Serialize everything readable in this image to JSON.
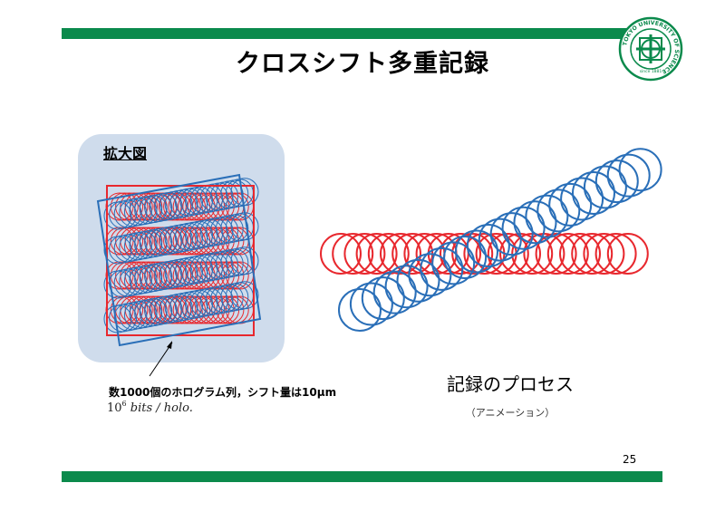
{
  "slide": {
    "title": "クロスシフト多重記録",
    "page_number": "25"
  },
  "logo": {
    "text_ring": "TOKYO UNIVERSITY OF SCIENCE",
    "since": "since 1881"
  },
  "zoom_panel": {
    "label": "拡大図"
  },
  "caption": {
    "line1": "数1000個のホログラム列，シフト量は10μm",
    "exponent_base": "10",
    "exponent": "6",
    "bits_text": "bits / holo."
  },
  "process": {
    "title": "記録のプロセス",
    "note": "（アニメーション）"
  },
  "colors": {
    "accent_green": "#0b8a4c",
    "red": "#e8282e",
    "blue": "#2a6fb8",
    "panel_bg": "#cfdcec"
  }
}
